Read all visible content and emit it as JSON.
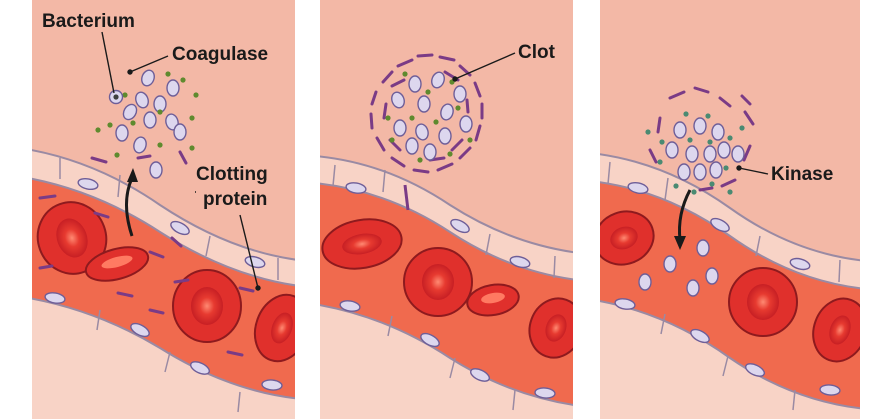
{
  "labels": {
    "bacterium": "Bacterium",
    "coagulase": "Coagulase",
    "clotting_line1": "Clotting",
    "clotting_line2": "protein",
    "clot": "Clot",
    "kinase": "Kinase"
  },
  "colors": {
    "background": "#f3b8a6",
    "vessel_lumen": "#f06a4e",
    "vessel_wall": "#f8d3c6",
    "vessel_outline": "#9a8aa3",
    "red_blood_cell": "#e0302c",
    "bacterium": "#ddd7ee",
    "bacterium_outline": "#6e5e98",
    "coagulase_enzyme": "#5f8a2e",
    "kinase_enzyme": "#4a8a72",
    "clotting_protein": "#7a3b86"
  }
}
